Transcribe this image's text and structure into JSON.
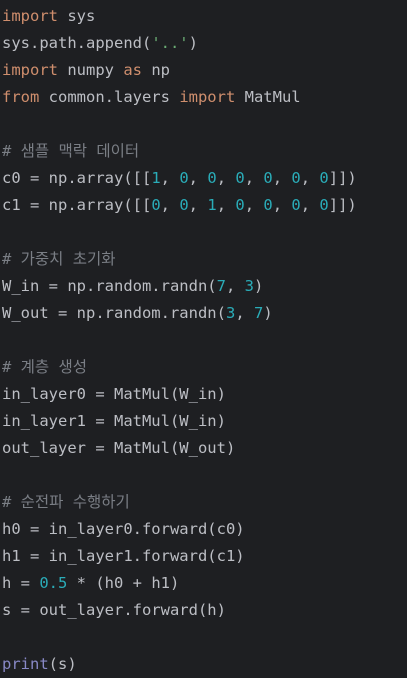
{
  "colors": {
    "background": "#1e1f22",
    "default": "#bcbec4",
    "keyword": "#cf8e6d",
    "number": "#2aacb8",
    "string": "#6aab73",
    "comment": "#7a7e85",
    "builtin": "#8888c6"
  },
  "lines": [
    [
      {
        "t": "kw",
        "v": "import"
      },
      {
        "t": "txt",
        "v": " sys"
      }
    ],
    [
      {
        "t": "txt",
        "v": "sys.path.append("
      },
      {
        "t": "str",
        "v": "'..'"
      },
      {
        "t": "txt",
        "v": ")"
      }
    ],
    [
      {
        "t": "kw",
        "v": "import"
      },
      {
        "t": "txt",
        "v": " numpy "
      },
      {
        "t": "kw",
        "v": "as"
      },
      {
        "t": "txt",
        "v": " np"
      }
    ],
    [
      {
        "t": "kw",
        "v": "from"
      },
      {
        "t": "txt",
        "v": " common.layers "
      },
      {
        "t": "kw",
        "v": "import"
      },
      {
        "t": "txt",
        "v": " MatMul"
      }
    ],
    [],
    [
      {
        "t": "cmt",
        "v": "# 샘플 맥락 데이터"
      }
    ],
    [
      {
        "t": "txt",
        "v": "c0 = np.array([["
      },
      {
        "t": "num",
        "v": "1"
      },
      {
        "t": "txt",
        "v": ", "
      },
      {
        "t": "num",
        "v": "0"
      },
      {
        "t": "txt",
        "v": ", "
      },
      {
        "t": "num",
        "v": "0"
      },
      {
        "t": "txt",
        "v": ", "
      },
      {
        "t": "num",
        "v": "0"
      },
      {
        "t": "txt",
        "v": ", "
      },
      {
        "t": "num",
        "v": "0"
      },
      {
        "t": "txt",
        "v": ", "
      },
      {
        "t": "num",
        "v": "0"
      },
      {
        "t": "txt",
        "v": ", "
      },
      {
        "t": "num",
        "v": "0"
      },
      {
        "t": "txt",
        "v": "]])"
      }
    ],
    [
      {
        "t": "txt",
        "v": "c1 = np.array([["
      },
      {
        "t": "num",
        "v": "0"
      },
      {
        "t": "txt",
        "v": ", "
      },
      {
        "t": "num",
        "v": "0"
      },
      {
        "t": "txt",
        "v": ", "
      },
      {
        "t": "num",
        "v": "1"
      },
      {
        "t": "txt",
        "v": ", "
      },
      {
        "t": "num",
        "v": "0"
      },
      {
        "t": "txt",
        "v": ", "
      },
      {
        "t": "num",
        "v": "0"
      },
      {
        "t": "txt",
        "v": ", "
      },
      {
        "t": "num",
        "v": "0"
      },
      {
        "t": "txt",
        "v": ", "
      },
      {
        "t": "num",
        "v": "0"
      },
      {
        "t": "txt",
        "v": "]])"
      }
    ],
    [],
    [
      {
        "t": "cmt",
        "v": "# 가중치 초기화"
      }
    ],
    [
      {
        "t": "txt",
        "v": "W_in = np.random.randn("
      },
      {
        "t": "num",
        "v": "7"
      },
      {
        "t": "txt",
        "v": ", "
      },
      {
        "t": "num",
        "v": "3"
      },
      {
        "t": "txt",
        "v": ")"
      }
    ],
    [
      {
        "t": "txt",
        "v": "W_out = np.random.randn("
      },
      {
        "t": "num",
        "v": "3"
      },
      {
        "t": "txt",
        "v": ", "
      },
      {
        "t": "num",
        "v": "7"
      },
      {
        "t": "txt",
        "v": ")"
      }
    ],
    [],
    [
      {
        "t": "cmt",
        "v": "# 계층 생성"
      }
    ],
    [
      {
        "t": "txt",
        "v": "in_layer0 = MatMul(W_in)"
      }
    ],
    [
      {
        "t": "txt",
        "v": "in_layer1 = MatMul(W_in)"
      }
    ],
    [
      {
        "t": "txt",
        "v": "out_layer = MatMul(W_out)"
      }
    ],
    [],
    [
      {
        "t": "cmt",
        "v": "# 순전파 수행하기"
      }
    ],
    [
      {
        "t": "txt",
        "v": "h0 = in_layer0.forward(c0)"
      }
    ],
    [
      {
        "t": "txt",
        "v": "h1 = in_layer1.forward(c1)"
      }
    ],
    [
      {
        "t": "txt",
        "v": "h = "
      },
      {
        "t": "num",
        "v": "0.5"
      },
      {
        "t": "txt",
        "v": " * (h0 + h1)"
      }
    ],
    [
      {
        "t": "txt",
        "v": "s = out_layer.forward(h)"
      }
    ],
    [],
    [
      {
        "t": "fn",
        "v": "print"
      },
      {
        "t": "txt",
        "v": "(s)"
      }
    ]
  ]
}
